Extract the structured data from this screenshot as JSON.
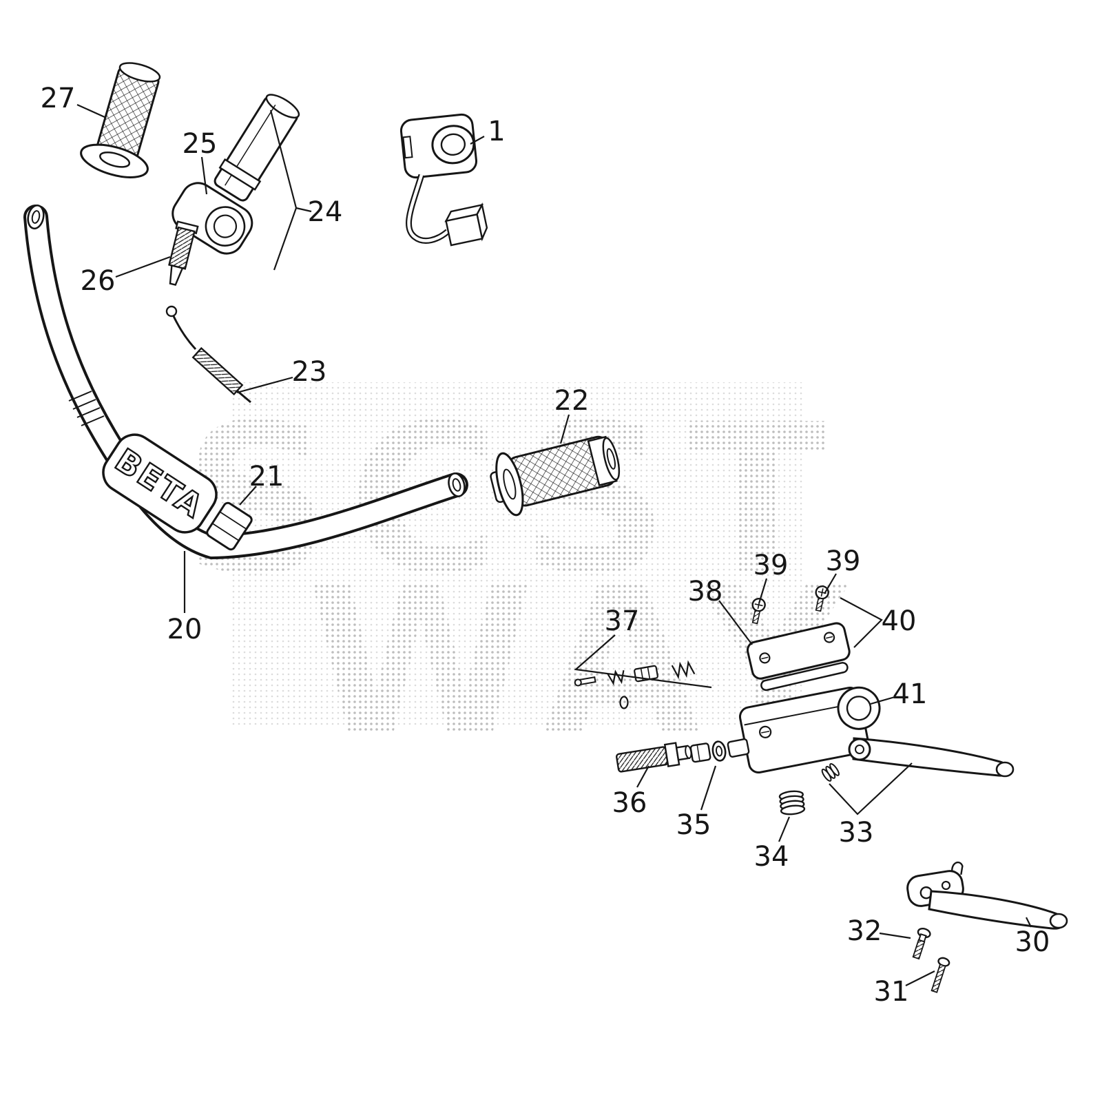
{
  "colors": {
    "ink": "#161616",
    "paper": "#ffffff",
    "watermark_dot": "#bdbdbd"
  },
  "watermark": {
    "line1": "SCST",
    "line2": "WAY"
  },
  "pad_label": "BETA",
  "callouts": {
    "n1": "1",
    "n20": "20",
    "n21": "21",
    "n22": "22",
    "n23": "23",
    "n24": "24",
    "n25": "25",
    "n26": "26",
    "n27": "27",
    "n30": "30",
    "n31": "31",
    "n32": "32",
    "n33": "33",
    "n34": "34",
    "n35": "35",
    "n36": "36",
    "n37": "37",
    "n38": "38",
    "n39a": "39",
    "n39b": "39",
    "n40": "40",
    "n41": "41"
  }
}
